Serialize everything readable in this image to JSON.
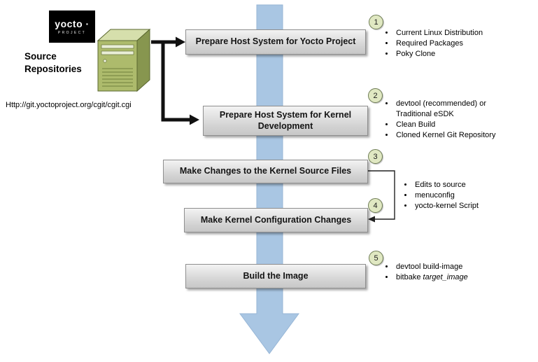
{
  "colors": {
    "flow_arrow": "#a9c6e3",
    "step_box": "#d2d2d2",
    "number_badge": "#e0e8c2",
    "server_green": "#adbb6c"
  },
  "logo": {
    "brand": "yocto ·",
    "project": "PROJECT"
  },
  "source": {
    "label": "Source\nRepositories",
    "url": "Http://git.yoctoproject.org/cgit/cgit.cgi"
  },
  "step1": {
    "num": "1",
    "label": "Prepare Host System for Yocto Project",
    "b1": "Current Linux Distribution",
    "b2": "Required Packages",
    "b3": "Poky Clone"
  },
  "step2": {
    "num": "2",
    "label": "Prepare Host System for Kernel\nDevelopment",
    "b1": "devtool (recommended) or\nTraditional eSDK",
    "b2": "Clean Build",
    "b3": "Cloned Kernel Git Repository"
  },
  "step3": {
    "num": "3",
    "label": "Make Changes to the Kernel Source Files"
  },
  "step4": {
    "num": "4",
    "label": "Make Kernel Configuration Changes"
  },
  "shared34": {
    "b1": "Edits to source",
    "b2": "menuconfig",
    "b3": "yocto-kernel Script"
  },
  "step5": {
    "num": "5",
    "label": "Build the Image",
    "b1": "devtool build-image",
    "b2_text": "bitbake ",
    "b2_italic": "target_image"
  }
}
